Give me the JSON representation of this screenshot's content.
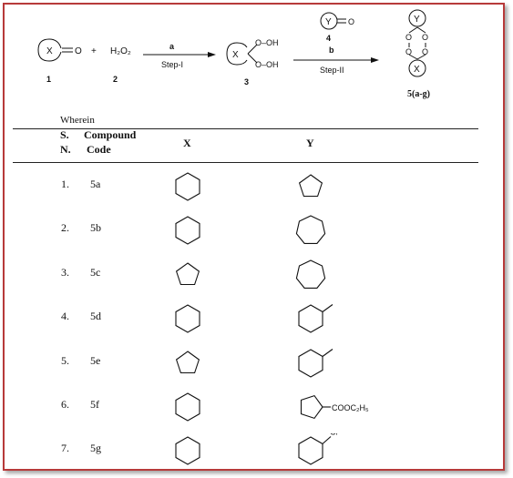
{
  "scheme": {
    "reactant1_label": "1",
    "reactant1_atom": "X",
    "reactant1_o": "O",
    "plus": "+",
    "reactant2": "H₂O₂",
    "reactant2_label": "2",
    "arrow1_top": "a",
    "arrow1_bottom": "Step-I",
    "intermediate_atom": "X",
    "intermediate_oh_top": "O–OH",
    "intermediate_oh_bottom": "O–OH",
    "intermediate_label": "3",
    "reagent4_atom": "Y",
    "reagent4_o": "O",
    "reagent4_label": "4",
    "arrow2_top": "b",
    "arrow2_bottom": "Step-II",
    "product_top_atom": "Y",
    "product_bottom_atom": "X",
    "product_o": "O",
    "product_label": "5(a-g)"
  },
  "table": {
    "caption": "Wherein",
    "headers": {
      "sn_line1": "S.",
      "sn_line2": "N.",
      "code_line1": "Compound",
      "code_line2": "Code",
      "x": "X",
      "y": "Y"
    },
    "rows": [
      {
        "sn": "1.",
        "code": "5a",
        "x": "cyclohexane",
        "y": "cyclopentane"
      },
      {
        "sn": "2.",
        "code": "5b",
        "x": "cyclohexane",
        "y": "cycloheptane"
      },
      {
        "sn": "3.",
        "code": "5c",
        "x": "cyclopentane",
        "y": "cycloheptane"
      },
      {
        "sn": "4.",
        "code": "5d",
        "x": "cyclohexane",
        "y": "methylcyclohexane"
      },
      {
        "sn": "5.",
        "code": "5e",
        "x": "cyclopentane",
        "y": "methylcyclohexane"
      },
      {
        "sn": "6.",
        "code": "5f",
        "x": "cyclohexane",
        "y": "cyclopentane-ester",
        "substituent": "COOC₂H₅"
      },
      {
        "sn": "7.",
        "code": "5g",
        "x": "cyclohexane",
        "y": "chlorocyclohexane",
        "substituent": "Cl"
      }
    ]
  }
}
